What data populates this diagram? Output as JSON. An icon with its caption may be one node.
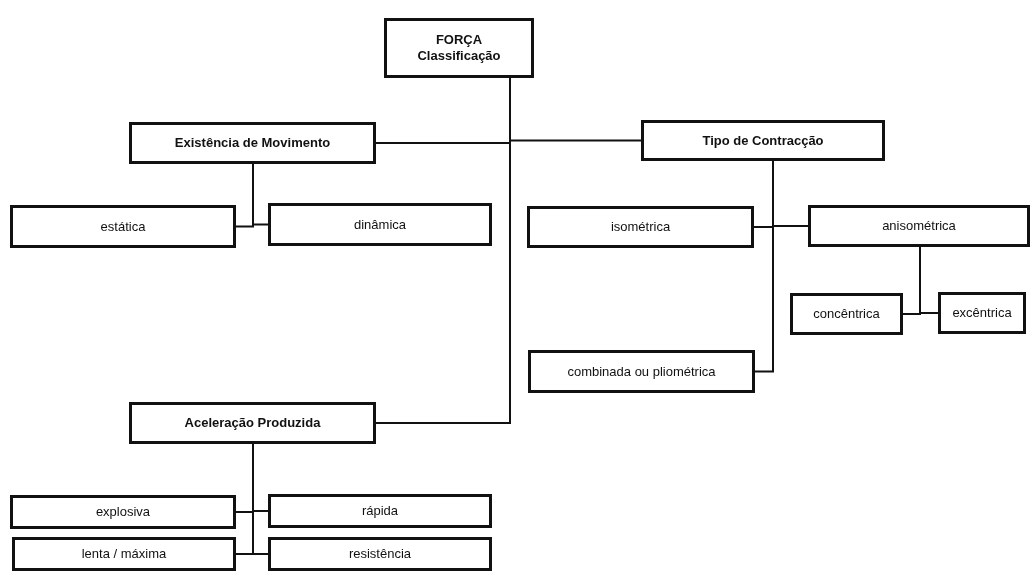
{
  "diagram": {
    "nodes": [
      {
        "text": [
          "FORÇA",
          "Classificação"
        ]
      },
      {
        "text": [
          "Existência de Movimento"
        ]
      },
      {
        "text": [
          "Tipo de Contracção"
        ]
      },
      {
        "text": [
          "estática"
        ]
      },
      {
        "text": [
          "dinâmica"
        ]
      },
      {
        "text": [
          "isométrica"
        ]
      },
      {
        "text": [
          "anisométrica"
        ]
      },
      {
        "text": [
          "concêntrica"
        ]
      },
      {
        "text": [
          "excêntrica"
        ]
      },
      {
        "text": [
          "combinada ou pliométrica"
        ]
      },
      {
        "text": [
          "Aceleração Produzida"
        ]
      },
      {
        "text": [
          "explosiva"
        ]
      },
      {
        "text": [
          "rápida"
        ]
      },
      {
        "text": [
          "lenta / máxima"
        ]
      },
      {
        "text": [
          "resistência"
        ]
      }
    ],
    "edges": [
      {
        "from": 0,
        "to": 1,
        "arrow": "none"
      },
      {
        "from": 0,
        "to": 2,
        "arrow": "none"
      },
      {
        "from": 0,
        "to": 10,
        "arrow": "none"
      },
      {
        "from": 1,
        "to": 3,
        "arrow": "none"
      },
      {
        "from": 1,
        "to": 4,
        "arrow": "none"
      },
      {
        "from": 2,
        "to": 5,
        "arrow": "none"
      },
      {
        "from": 2,
        "to": 6,
        "arrow": "none"
      },
      {
        "from": 2,
        "to": 9,
        "arrow": "none"
      },
      {
        "from": 6,
        "to": 7,
        "arrow": "none"
      },
      {
        "from": 6,
        "to": 8,
        "arrow": "none"
      },
      {
        "from": 10,
        "to": 11,
        "arrow": "none"
      },
      {
        "from": 10,
        "to": 12,
        "arrow": "none"
      },
      {
        "from": 10,
        "to": 13,
        "arrow": "none"
      },
      {
        "from": 10,
        "to": 14,
        "arrow": "none"
      }
    ]
  }
}
